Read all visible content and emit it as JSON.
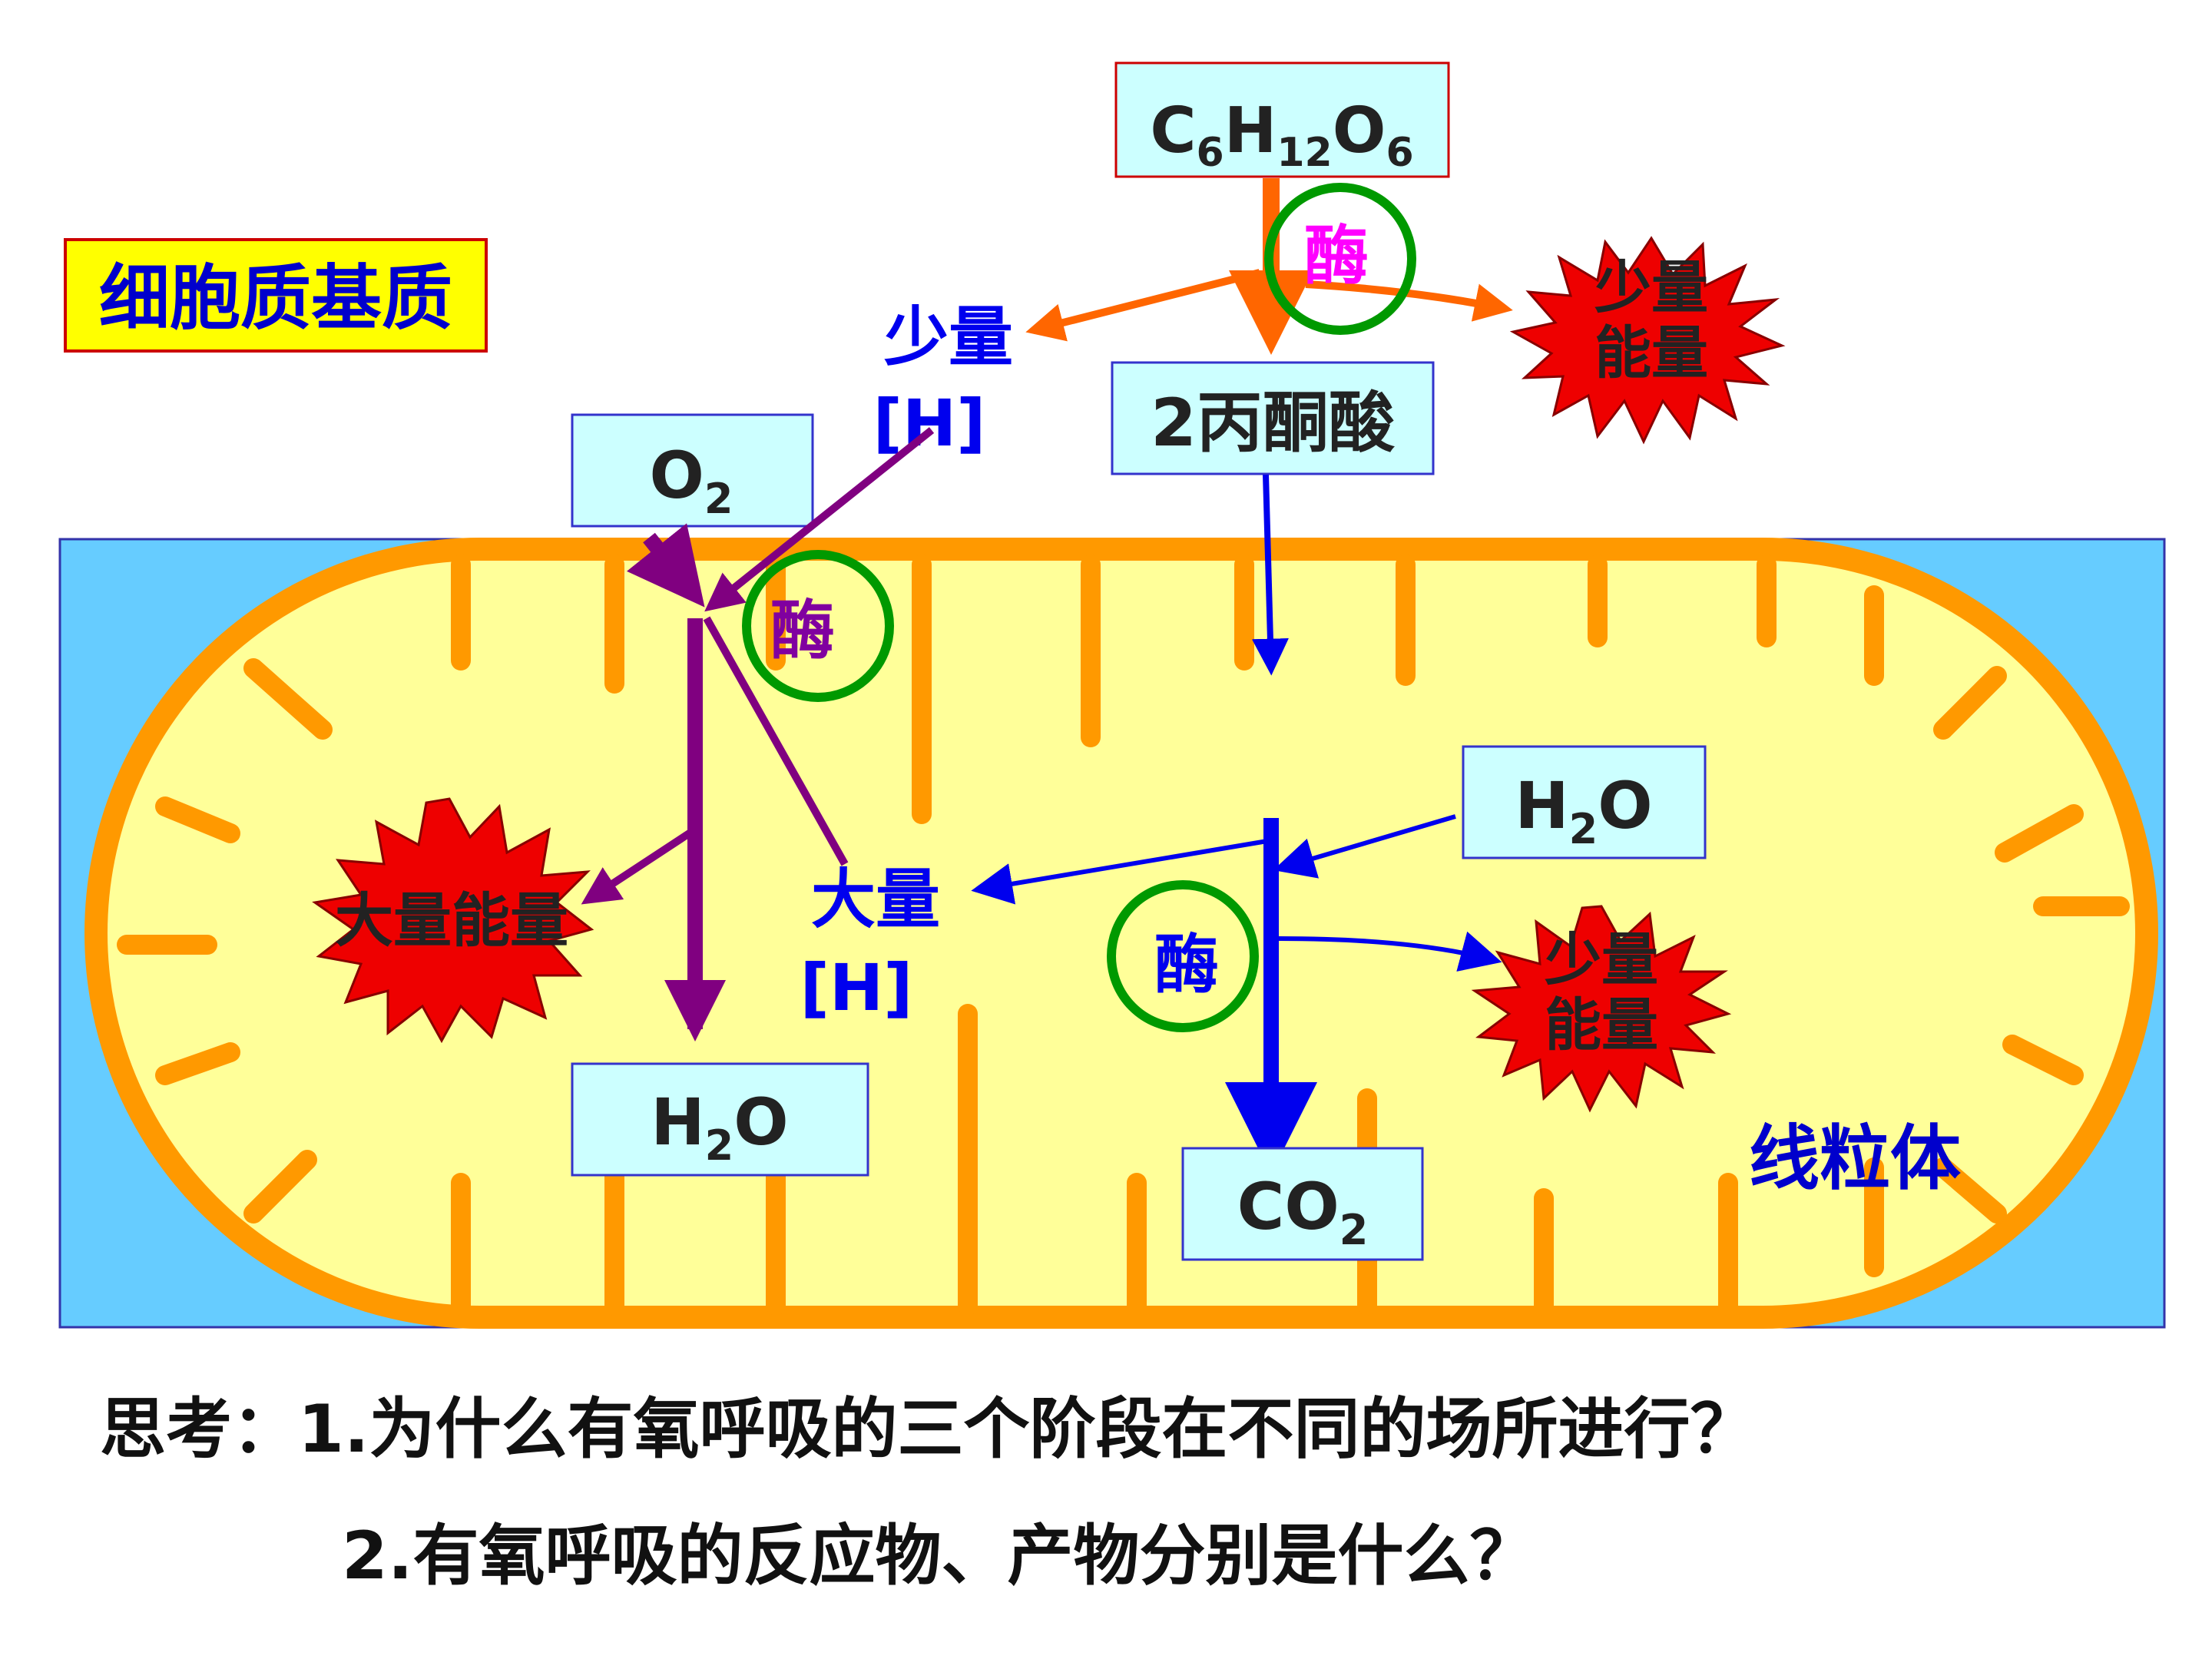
{
  "colors": {
    "cytoplasm_bg": "#66ccff",
    "membrane": "#ff9900",
    "matrix": "#ffff99",
    "label_box": "#ccffff",
    "purple_arrow": "#800080",
    "blue_arrow": "#0000ee",
    "orange_arrow": "#ff6600",
    "enzyme_ring": "#009900",
    "energy_burst": "#ee0000",
    "title_box_bg": "#ffff00",
    "title_text": "#0000cc",
    "blue_label": "#0000ee",
    "enzyme_pink": "#ff00ff",
    "enzyme_purple": "#8000a0"
  },
  "region_label": "细胞质基质",
  "glucose": {
    "base": [
      "C",
      "H",
      "O"
    ],
    "subs": [
      "6",
      "12",
      "6"
    ]
  },
  "pyruvate": "2丙酮酸",
  "oxygen": {
    "base": "O",
    "sub": "2"
  },
  "water_in": {
    "h": "H",
    "sub": "2",
    "o": "O"
  },
  "water_out": {
    "h": "H",
    "sub": "2",
    "o": "O"
  },
  "co2": {
    "base": "CO",
    "sub": "2"
  },
  "enzyme_label": "酶",
  "small_h": {
    "line1": "少量",
    "line2": "[H]"
  },
  "large_h": {
    "line1": "大量",
    "line2": "[H]"
  },
  "small_energy": {
    "line1": "少量",
    "line2": "能量"
  },
  "large_energy": "大量能量",
  "organelle_label": "线粒体",
  "questions": [
    "思考：1.为什么有氧呼吸的三个阶段在不同的场所进行？",
    "2.有氧呼吸的反应物、产物分别是什么？"
  ]
}
